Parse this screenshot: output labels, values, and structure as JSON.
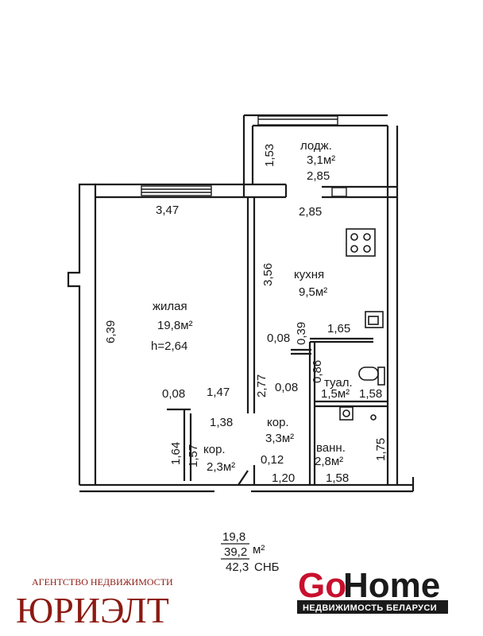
{
  "plan": {
    "rooms": {
      "living": {
        "name": "жилая",
        "area": "19,8м²",
        "height": "h=2,64"
      },
      "kitchen": {
        "name": "кухня",
        "area": "9,5м²"
      },
      "loggia": {
        "name": "лодж.",
        "area": "3,1м²"
      },
      "corridor1": {
        "name": "кор.",
        "area": "3,3м²"
      },
      "corridor2": {
        "name": "кор.",
        "area": "2,3м²"
      },
      "toilet": {
        "name": "туал.",
        "area": "1,5м²"
      },
      "bath": {
        "name": "ванн.",
        "area": "2,8м²"
      }
    },
    "dimensions": {
      "living_width": "3,47",
      "living_length": "6,39",
      "kitchen_width": "2,85",
      "kitchen_length": "3,56",
      "loggia_depth": "1,53",
      "loggia_width": "2,85",
      "d_0_08_a": "0,08",
      "d_0_39": "0,39",
      "d_1_65": "1,65",
      "d_0_86": "0,86",
      "d_0_08_b": "0,08",
      "d_1_58_a": "1,58",
      "d_2_77": "2,77",
      "d_0_08_c": "0,08",
      "d_1_47": "1,47",
      "d_1_38": "1,38",
      "d_1_64": "1,64",
      "d_1_57": "1,57",
      "d_0_12": "0,12",
      "d_1_20": "1,20",
      "d_1_58_b": "1,58",
      "d_1_75": "1,75"
    }
  },
  "summary": {
    "living": "19,8",
    "useful": "39,2",
    "useful_unit": "м²",
    "total": "42,3",
    "total_unit": "СНБ"
  },
  "branding": {
    "agency_tagline": "АГЕНТСТВО НЕДВИЖИМОСТИ",
    "agency_name": "ЮРИЭЛТ",
    "gohome_go": "Go",
    "gohome_home": "Home",
    "gohome_subtitle": "НЕДВИЖИМОСТЬ БЕЛАРУСИ",
    "colors": {
      "agency": "#8c1a12",
      "gohome_red": "#c8102e",
      "ink": "#1a1a1a"
    }
  }
}
